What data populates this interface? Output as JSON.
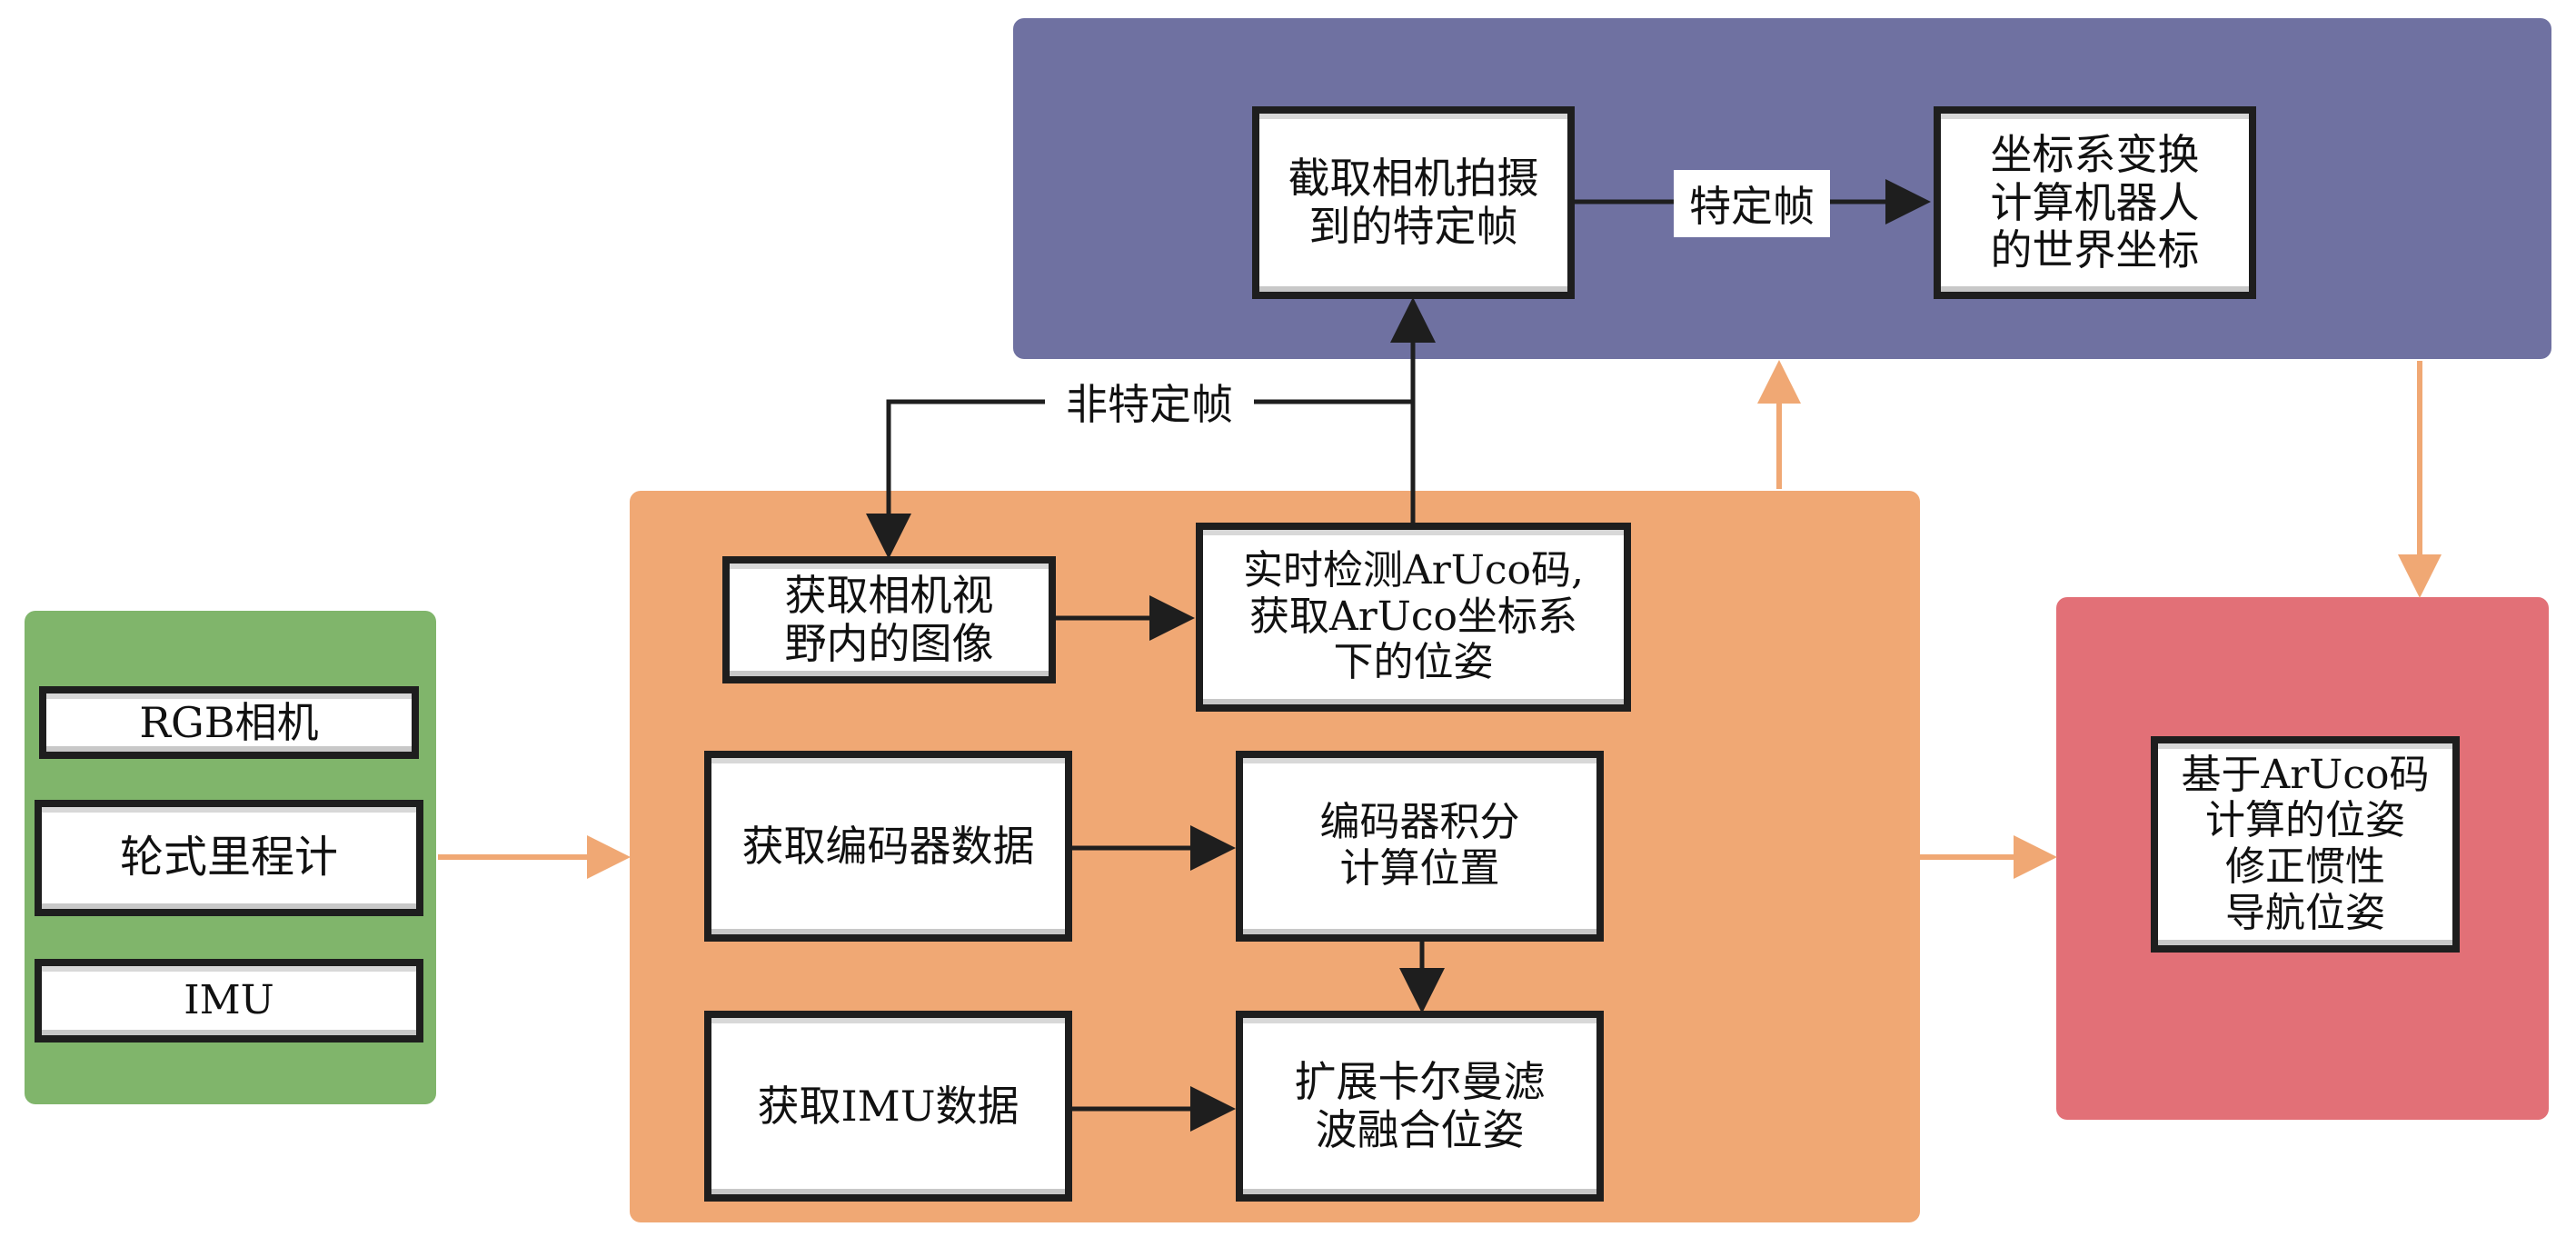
{
  "colors": {
    "sensor_panel": "#80b56b",
    "process_panel": "#f0a874",
    "coord_panel": "#6f71a1",
    "output_panel": "#e27077",
    "arrow_orange": "#f0a874",
    "arrow_dark": "#1e1e1e"
  },
  "sensors": {
    "rgb_camera": "RGB相机",
    "wheel_odometer": "轮式里程计",
    "imu": "IMU"
  },
  "process": {
    "capture_image": "获取相机视\n野内的图像",
    "detect_aruco": "实时检测ArUco码,\n获取ArUco坐标系\n下的位姿",
    "get_encoder": "获取编码器数据",
    "encoder_integrate": "编码器积分\n计算位置",
    "get_imu": "获取IMU数据",
    "ekf_fusion": "扩展卡尔曼滤\n波融合位姿"
  },
  "coord": {
    "capture_frame": "截取相机拍摄\n到的特定帧",
    "transform": "坐标系变换\n计算机器人\n的世界坐标"
  },
  "edge_labels": {
    "specific_frame": "特定帧",
    "non_specific_frame": "非特定帧"
  },
  "output": {
    "correct_pose": "基于ArUco码\n计算的位姿\n修正惯性\n导航位姿"
  }
}
